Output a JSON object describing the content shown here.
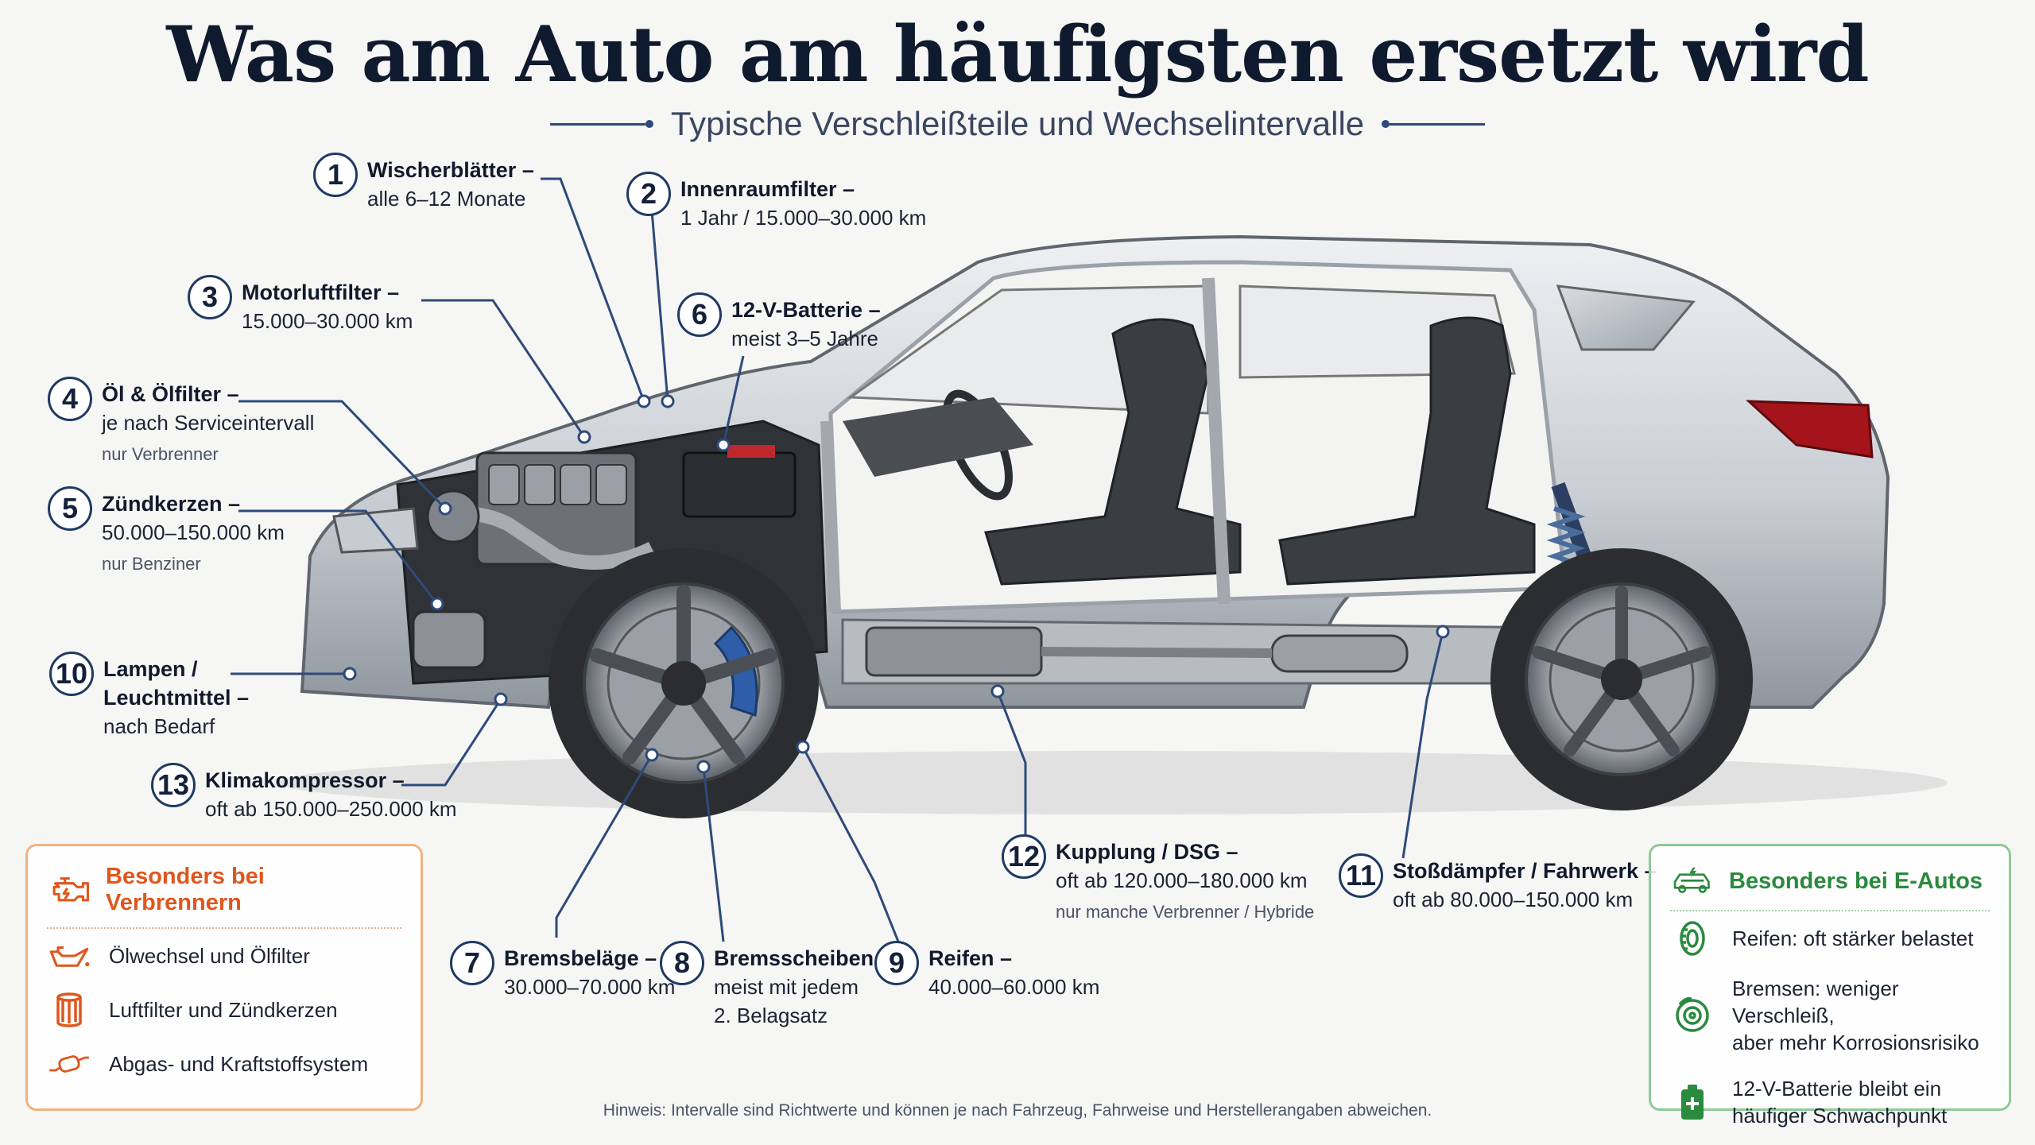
{
  "header": {
    "title": "Was am Auto am häufigsten ersetzt wird",
    "subtitle": "Typische Verschleißteile und Wechselintervalle"
  },
  "callouts": [
    {
      "num": "1",
      "title": "Wischerblätter –",
      "interval": "alle 6–12 Monate",
      "note": ""
    },
    {
      "num": "2",
      "title": "Innenraumfilter –",
      "interval": "1 Jahr / 15.000–30.000 km",
      "note": ""
    },
    {
      "num": "3",
      "title": "Motorluftfilter –",
      "interval": "15.000–30.000 km",
      "note": ""
    },
    {
      "num": "4",
      "title": "Öl & Ölfilter –",
      "interval": "je nach Serviceintervall",
      "note": "nur Verbrenner"
    },
    {
      "num": "5",
      "title": "Zündkerzen –",
      "interval": "50.000–150.000 km",
      "note": "nur Benziner"
    },
    {
      "num": "6",
      "title": "12-V-Batterie –",
      "interval": "meist 3–5 Jahre",
      "note": ""
    },
    {
      "num": "7",
      "title": "Bremsbeläge –",
      "interval": "30.000–70.000 km",
      "note": ""
    },
    {
      "num": "8",
      "title": "Bremsscheiben –",
      "interval": "meist mit jedem",
      "interval2": "2. Belagsatz",
      "note": ""
    },
    {
      "num": "9",
      "title": "Reifen –",
      "interval": "40.000–60.000 km",
      "note": ""
    },
    {
      "num": "10",
      "title": "Lampen /",
      "title2": "Leuchtmittel –",
      "interval": "nach Bedarf",
      "note": ""
    },
    {
      "num": "11",
      "title": "Stoßdämpfer / Fahrwerk –",
      "interval": "oft ab 80.000–150.000 km",
      "note": ""
    },
    {
      "num": "12",
      "title": "Kupplung / DSG –",
      "interval": "oft ab 120.000–180.000 km",
      "note": "nur manche Verbrenner / Hybride"
    },
    {
      "num": "13",
      "title": "Klimakompressor –",
      "interval": "oft ab 150.000–250.000 km",
      "note": ""
    }
  ],
  "ice_box": {
    "title": "Besonders bei Verbrennern",
    "items": [
      {
        "icon": "oil-can-icon",
        "text": "Ölwechsel und Ölfilter"
      },
      {
        "icon": "filter-icon",
        "text": "Luftfilter und Zündkerzen"
      },
      {
        "icon": "exhaust-icon",
        "text": "Abgas- und Kraftstoffsystem"
      }
    ],
    "accent": "#e0561c"
  },
  "ev_box": {
    "title": "Besonders bei E-Autos",
    "items": [
      {
        "icon": "tire-icon",
        "line1": "Reifen: oft stärker belastet",
        "line2": ""
      },
      {
        "icon": "brake-disc-icon",
        "line1": "Bremsen: weniger Verschleiß,",
        "line2": "aber mehr Korrosionsrisiko"
      },
      {
        "icon": "battery-icon",
        "line1": "12-V-Batterie bleibt ein",
        "line2": "häufiger Schwachpunkt"
      }
    ],
    "accent": "#2a8a3e"
  },
  "footer": {
    "hint": "Hinweis: Intervalle sind Richtwerte und können je nach Fahrzeug, Fahrweise und Herstellerangaben abweichen."
  }
}
